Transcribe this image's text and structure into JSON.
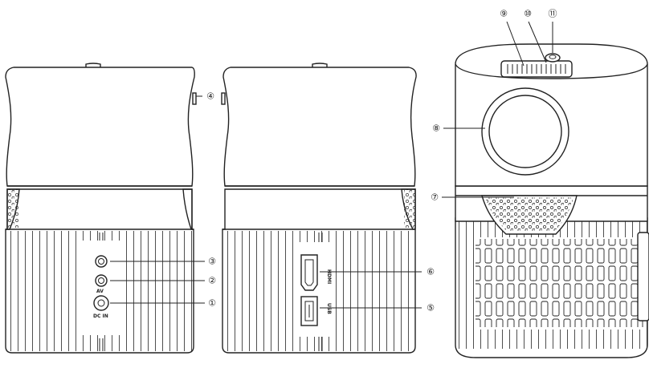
{
  "diagram": {
    "views": [
      {
        "id": "left-side-view"
      },
      {
        "id": "right-side-view"
      },
      {
        "id": "front-perspective-view"
      }
    ],
    "callouts": [
      {
        "num": "①",
        "label": "DC IN port"
      },
      {
        "num": "②",
        "label": "AV port"
      },
      {
        "num": "③",
        "label": "Audio port"
      },
      {
        "num": "④",
        "label": "Side button"
      },
      {
        "num": "⑤",
        "label": "USB port"
      },
      {
        "num": "⑥",
        "label": "HDMI port"
      },
      {
        "num": "⑦",
        "label": "Speaker grille"
      },
      {
        "num": "⑧",
        "label": "Lens"
      },
      {
        "num": "⑨",
        "label": "Focus wheel"
      },
      {
        "num": "⑩",
        "label": "Top panel"
      },
      {
        "num": "⑪",
        "label": "Power button"
      }
    ],
    "port_labels": {
      "av": "AV",
      "dcin": "DC IN",
      "hdmi": "HDMI",
      "usb": "USB"
    },
    "colors": {
      "line": "#222222",
      "background": "#ffffff"
    }
  }
}
